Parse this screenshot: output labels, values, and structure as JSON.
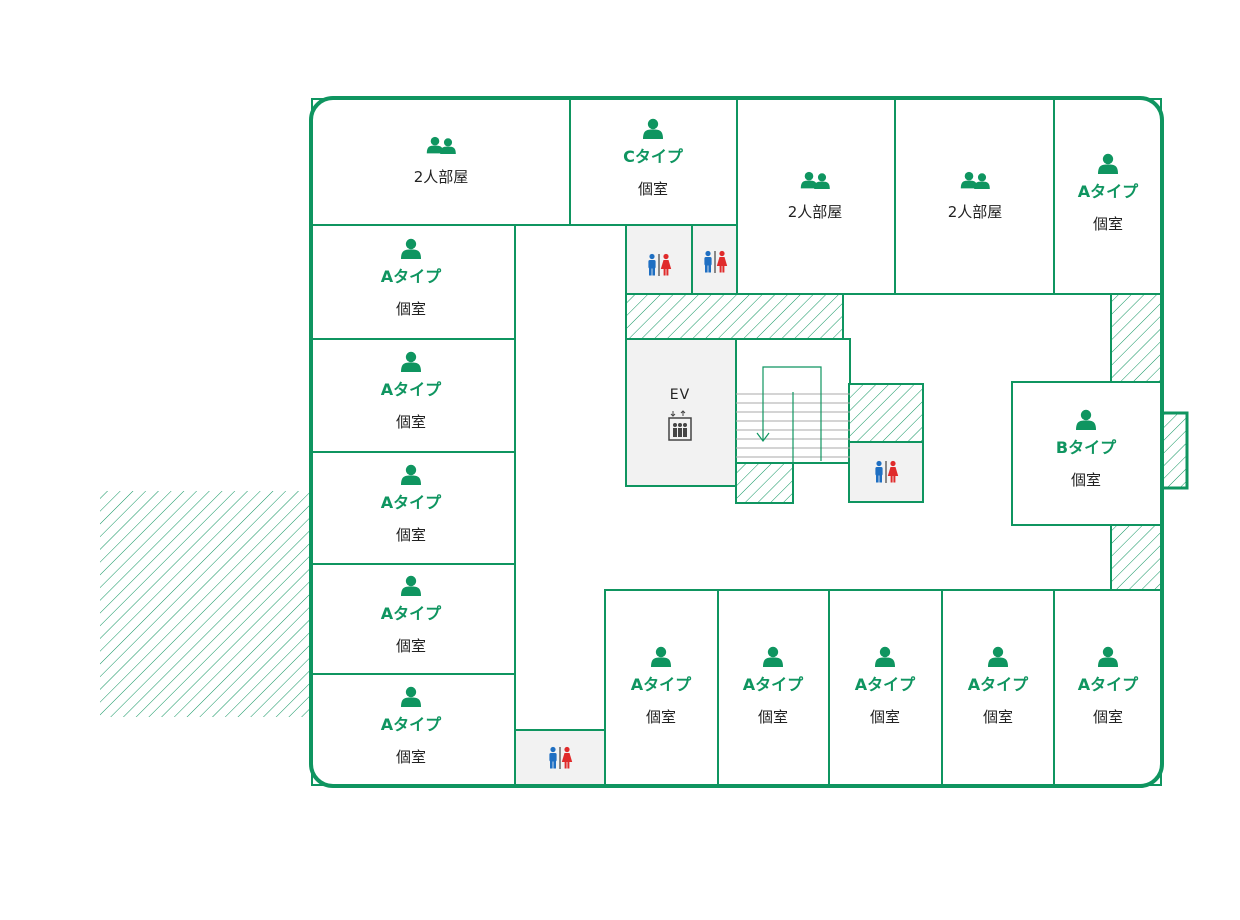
{
  "colors": {
    "accent": "#0f9560",
    "male": "#1f6fc2",
    "female": "#e02b2b",
    "shared": "#f2f2f2"
  },
  "icons": {
    "single": "person-icon",
    "double": "two-persons-icon",
    "toilet": "restroom-icon",
    "elevator": "elevator-icon"
  },
  "rooms": [
    {
      "id": "top-double-1",
      "icon": "double",
      "type": "",
      "label": "2人部屋"
    },
    {
      "id": "top-c",
      "icon": "single",
      "type": "Cタイプ",
      "label": "個室"
    },
    {
      "id": "top-double-2",
      "icon": "double",
      "type": "",
      "label": "2人部屋"
    },
    {
      "id": "top-double-3",
      "icon": "double",
      "type": "",
      "label": "2人部屋"
    },
    {
      "id": "top-a-right",
      "icon": "single",
      "type": "Aタイプ",
      "label": "個室"
    },
    {
      "id": "left-a-1",
      "icon": "single",
      "type": "Aタイプ",
      "label": "個室"
    },
    {
      "id": "left-a-2",
      "icon": "single",
      "type": "Aタイプ",
      "label": "個室"
    },
    {
      "id": "left-a-3",
      "icon": "single",
      "type": "Aタイプ",
      "label": "個室"
    },
    {
      "id": "left-a-4",
      "icon": "single",
      "type": "Aタイプ",
      "label": "個室"
    },
    {
      "id": "left-a-5",
      "icon": "single",
      "type": "Aタイプ",
      "label": "個室"
    },
    {
      "id": "right-b",
      "icon": "single",
      "type": "Bタイプ",
      "label": "個室"
    },
    {
      "id": "bottom-a-1",
      "icon": "single",
      "type": "Aタイプ",
      "label": "個室"
    },
    {
      "id": "bottom-a-2",
      "icon": "single",
      "type": "Aタイプ",
      "label": "個室"
    },
    {
      "id": "bottom-a-3",
      "icon": "single",
      "type": "Aタイプ",
      "label": "個室"
    },
    {
      "id": "bottom-a-4",
      "icon": "single",
      "type": "Aタイプ",
      "label": "個室"
    },
    {
      "id": "bottom-a-5",
      "icon": "single",
      "type": "Aタイプ",
      "label": "個室"
    }
  ],
  "elevator": {
    "label": "EV"
  }
}
